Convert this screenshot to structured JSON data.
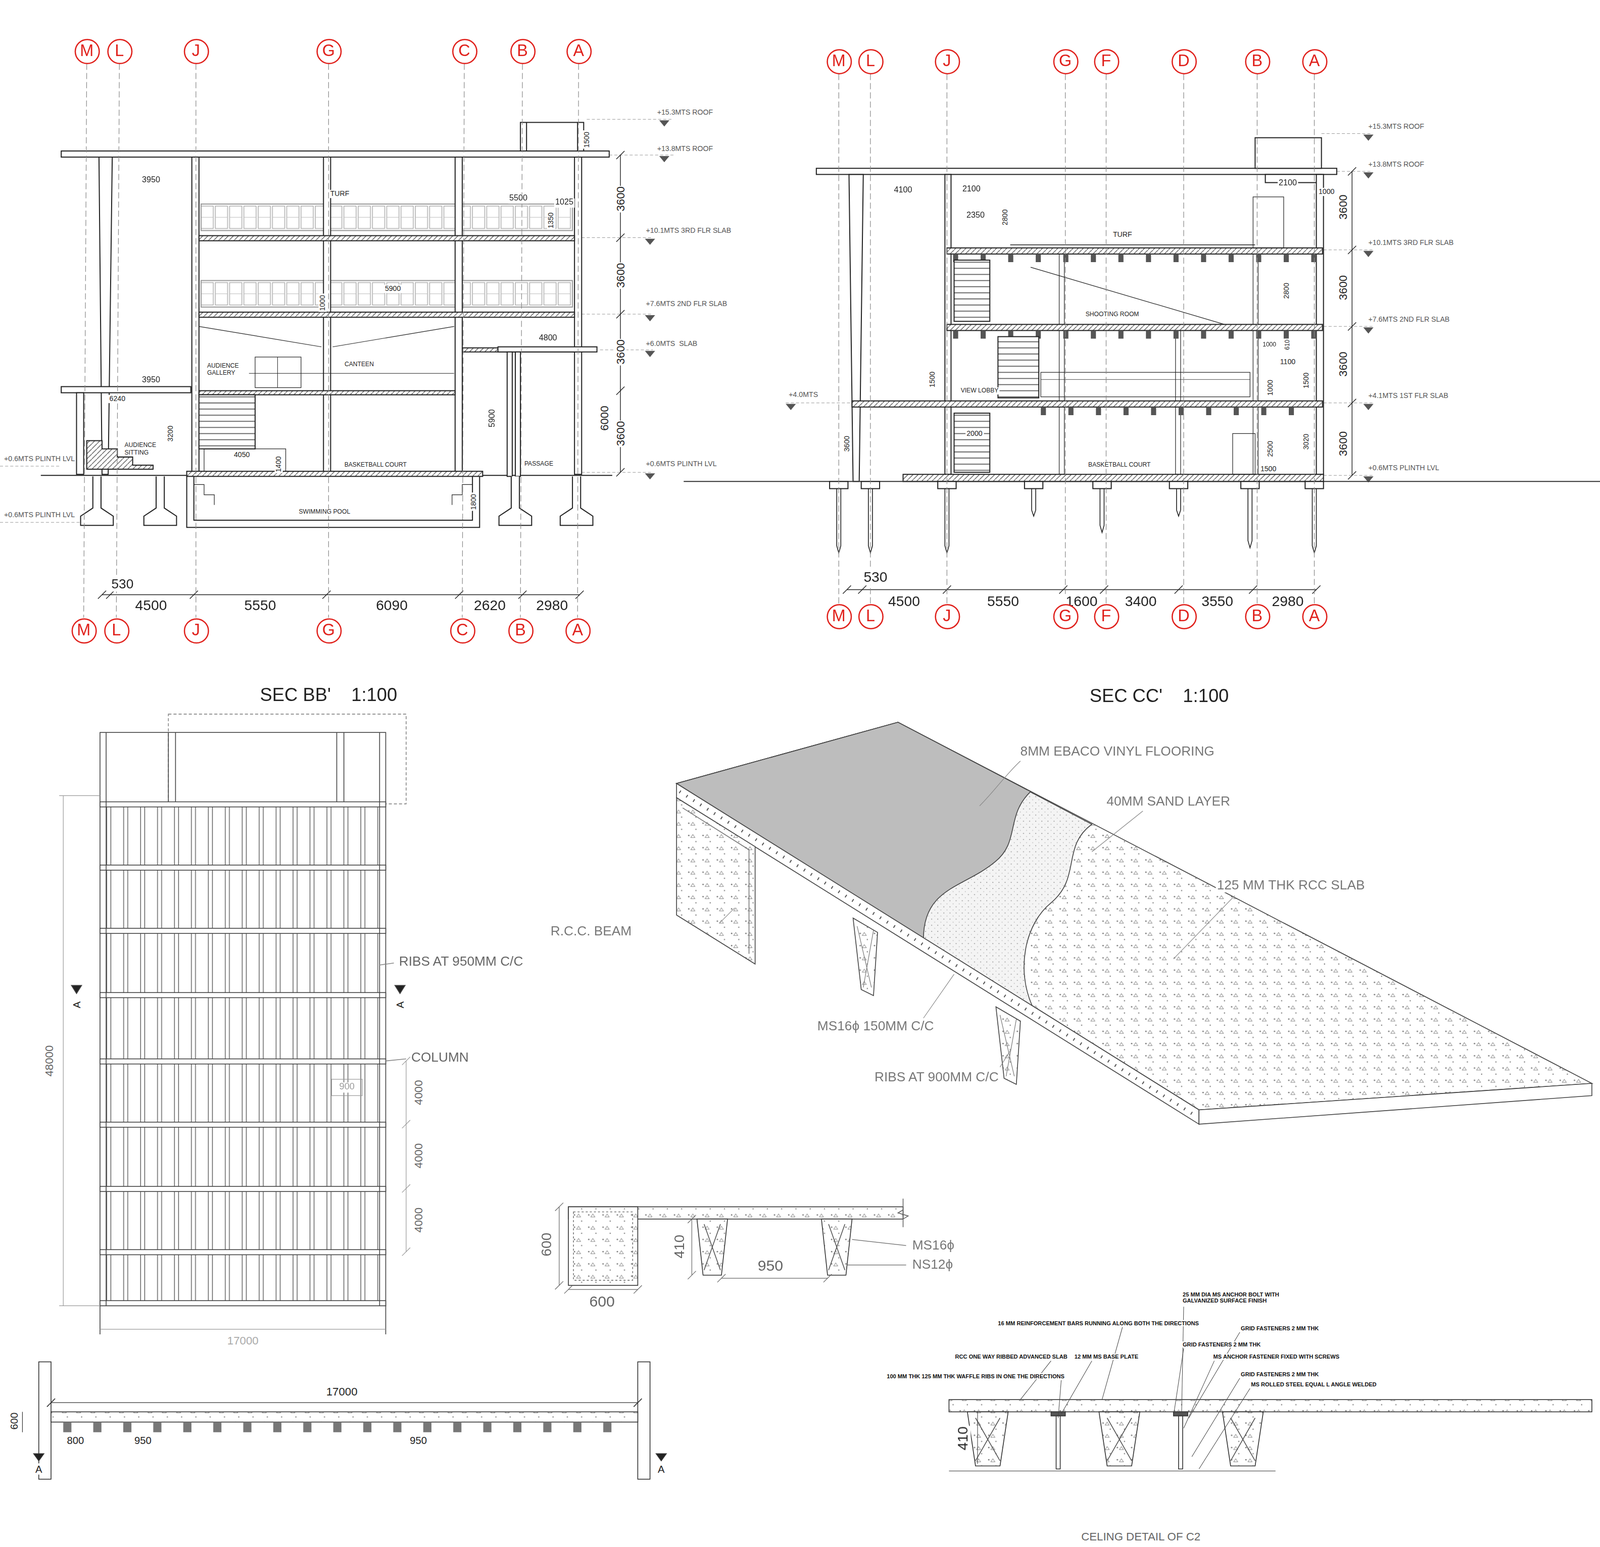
{
  "diagram": {
    "caption": "CELING DETAIL OF C2",
    "nodes": [
      {
        "text": [
          "M"
        ]
      },
      {
        "text": [
          "L"
        ]
      },
      {
        "text": [
          "J"
        ]
      },
      {
        "text": [
          "G"
        ]
      },
      {
        "text": [
          "C"
        ]
      },
      {
        "text": [
          "B"
        ]
      },
      {
        "text": [
          "A"
        ]
      },
      {
        "text": [
          "M"
        ]
      },
      {
        "text": [
          "L"
        ]
      },
      {
        "text": [
          "J"
        ]
      },
      {
        "text": [
          "G"
        ]
      },
      {
        "text": [
          "F"
        ]
      },
      {
        "text": [
          "D"
        ]
      },
      {
        "text": [
          "B"
        ]
      },
      {
        "text": [
          "A"
        ]
      },
      {
        "text": [
          "M"
        ]
      },
      {
        "text": [
          "L"
        ]
      },
      {
        "text": [
          "J"
        ]
      },
      {
        "text": [
          "G"
        ]
      },
      {
        "text": [
          "C"
        ]
      },
      {
        "text": [
          "B"
        ]
      },
      {
        "text": [
          "A"
        ]
      },
      {
        "text": [
          "M"
        ]
      },
      {
        "text": [
          "L"
        ]
      },
      {
        "text": [
          "J"
        ]
      },
      {
        "text": [
          "G"
        ]
      },
      {
        "text": [
          "F"
        ]
      },
      {
        "text": [
          "D"
        ]
      },
      {
        "text": [
          "B"
        ]
      },
      {
        "text": [
          "A"
        ]
      }
    ],
    "edges": [
      {
        "from": 0,
        "to": 15,
        "arrow": "none"
      },
      {
        "from": 1,
        "to": 16,
        "arrow": "none"
      },
      {
        "from": 2,
        "to": 17,
        "arrow": "none"
      },
      {
        "from": 3,
        "to": 18,
        "arrow": "none"
      },
      {
        "from": 4,
        "to": 19,
        "arrow": "none"
      },
      {
        "from": 5,
        "to": 20,
        "arrow": "none"
      },
      {
        "from": 6,
        "to": 21,
        "arrow": "none"
      },
      {
        "from": 7,
        "to": 22,
        "arrow": "none"
      },
      {
        "from": 8,
        "to": 23,
        "arrow": "none"
      },
      {
        "from": 9,
        "to": 24,
        "arrow": "none"
      },
      {
        "from": 10,
        "to": 25,
        "arrow": "none"
      },
      {
        "from": 11,
        "to": 26,
        "arrow": "none"
      },
      {
        "from": 12,
        "to": 27,
        "arrow": "none"
      },
      {
        "from": 13,
        "to": 28,
        "arrow": "none"
      },
      {
        "from": 14,
        "to": 29,
        "arrow": "none"
      }
    ],
    "labels": [
      "+15.3MTS ROOF",
      "+13.8MTS ROOF",
      "+10.1MTS 3RD FLR SLAB",
      "+7.6MTS 2ND FLR SLAB",
      "+6.0MTS  SLAB",
      "+0.6MTS PLINTH LVL",
      "+0.6MTS PLINTH LVL",
      "+0.6MTS PLINTH LVL",
      "1500",
      "3950",
      "TURF",
      "5500",
      "1025",
      "1350",
      "3600",
      "3600",
      "3600",
      "3600",
      "5900",
      "1000",
      "4800",
      "AUDIENCE GALLERY",
      "CANTEEN",
      "3950",
      "6240",
      "3200",
      "AUDIENCE SITTING",
      "4050",
      "1400",
      "BASKETBALL COURT",
      "5900",
      "6000",
      "PASSAGE",
      "1800",
      "SWIMMING POOL",
      "530",
      "4500",
      "5550",
      "6090",
      "2620",
      "2980",
      "SEC BB'    1:100",
      "+15.3MTS ROOF",
      "+13.8MTS ROOF",
      "+10.1MTS 3RD FLR SLAB",
      "+7.6MTS 2ND FLR SLAB",
      "+4.1MTS 1ST FLR SLAB",
      "+0.6MTS PLINTH LVL",
      "+4.0MTS",
      "4100",
      "2100",
      "2100",
      "1000",
      "2350",
      "2800",
      "TURF",
      "3600",
      "3600",
      "3600",
      "3600",
      "2800",
      "SHOOTING ROOM",
      "1000",
      "610",
      "1500",
      "VIEW LOBBY",
      "1100",
      "1000",
      "1500",
      "3600",
      "2000",
      "3020",
      "2500",
      "BASKETBALL COURT",
      "1500",
      "530",
      "4500",
      "5550",
      "1600",
      "3400",
      "3550",
      "2980",
      "SEC CC'    1:100",
      "RIBS AT 950MM C/C",
      "COLUMN",
      "48000",
      "900",
      "4000",
      "4000",
      "4000",
      "17000",
      "A",
      "A",
      "17000",
      "600",
      "800",
      "950",
      "950",
      "A",
      "A",
      "8MM EBACO VINYL FLOORING",
      "40MM SAND LAYER",
      "125 MM THK RCC SLAB",
      "R.C.C. BEAM",
      "MS16ϕ 150MM C/C",
      "RIBS AT 900MM C/C",
      "600",
      "410",
      "950",
      "600",
      "MS16ϕ",
      "NS12ϕ",
      "25 MM DIA MS ANCHOR BOLT WITH GALVANIZED SURFACE FINISH",
      "16 MM REINFORCEMENT BARS RUNNING ALONG BOTH THE DIRECTIONS",
      "GRID FASTENERS 2 MM THK",
      "GRID FASTENERS 2 MM THK",
      "RCC ONE WAY RIBBED ADVANCED SLAB",
      "12 MM MS BASE PLATE",
      "MS ANCHOR FASTENER FIXED WITH SCREWS",
      "100 MM THK 125 MM THK WAFFLE RIBS IN ONE THE DIRECTIONS",
      "GRID FASTENERS 2 MM THK",
      "MS ROLLED STEEL EQUAL L ANGLE WELDED",
      "410"
    ]
  }
}
